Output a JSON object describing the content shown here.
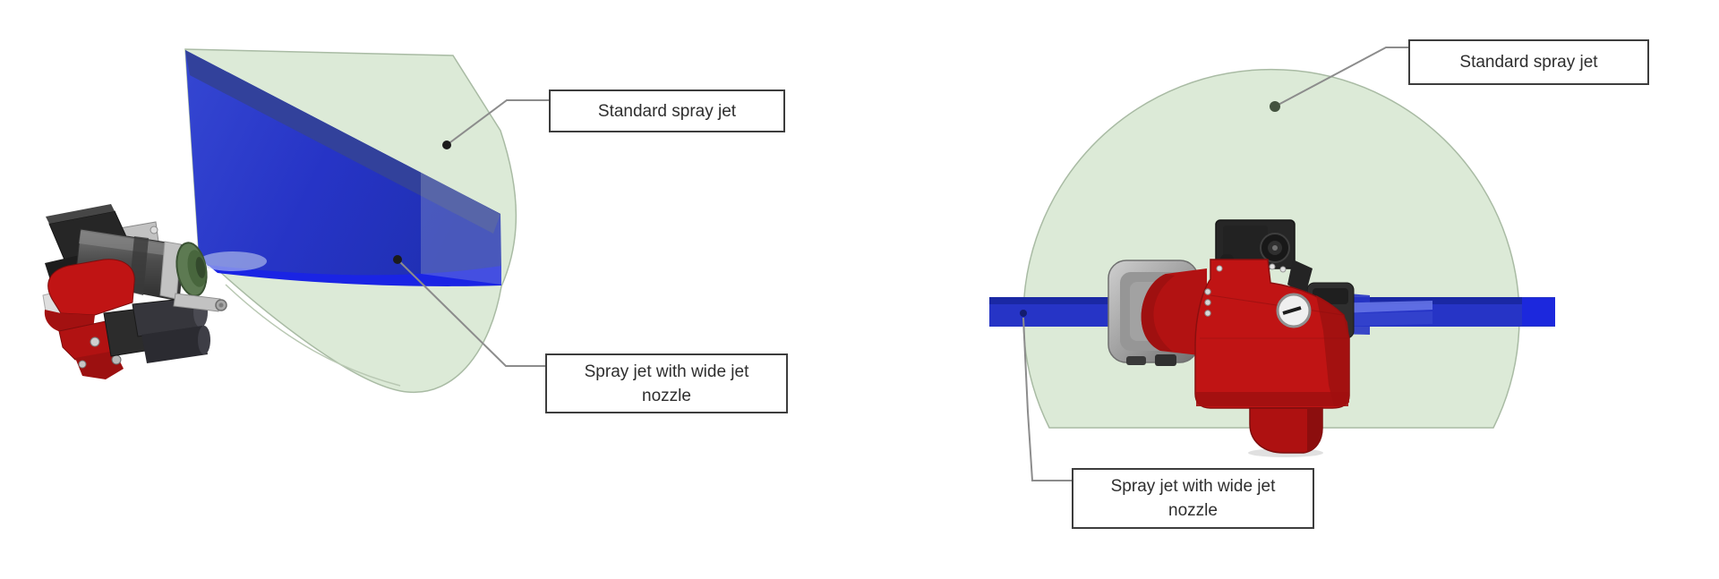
{
  "page": {
    "title": "Spray jet comparison diagram",
    "background": "#ffffff"
  },
  "figures": {
    "left": {
      "view": "side view of spray nozzle with jets",
      "label_top": "Standard spray jet",
      "label_bottom": "Spray jet with wide jet nozzle"
    },
    "right": {
      "view": "front view of spray nozzle with jets",
      "label_top": "Standard spray jet",
      "label_bottom": "Spray jet with wide jet nozzle"
    }
  },
  "colors": {
    "spray_cone_green": "#dcead7",
    "spray_cone_border": "#a9bba4",
    "jet_blue": "#2634c6",
    "jet_blue_dark": "#32419b",
    "jet_blue_bright": "#1a24e4",
    "device_red": "#c01414",
    "device_red_dark": "#9d100f",
    "device_gray": "#4f4f4f",
    "device_black": "#262626",
    "metal_silver": "#c2c2c2",
    "nozzle_green": "#5d7a52",
    "leader_gray": "#8c8c8c",
    "marker_black": "#1b1b1b",
    "marker_green": "#43523e",
    "marker_blue": "#131c6e",
    "label_border": "#3d3d3d",
    "label_text": "#2e2e2e"
  }
}
